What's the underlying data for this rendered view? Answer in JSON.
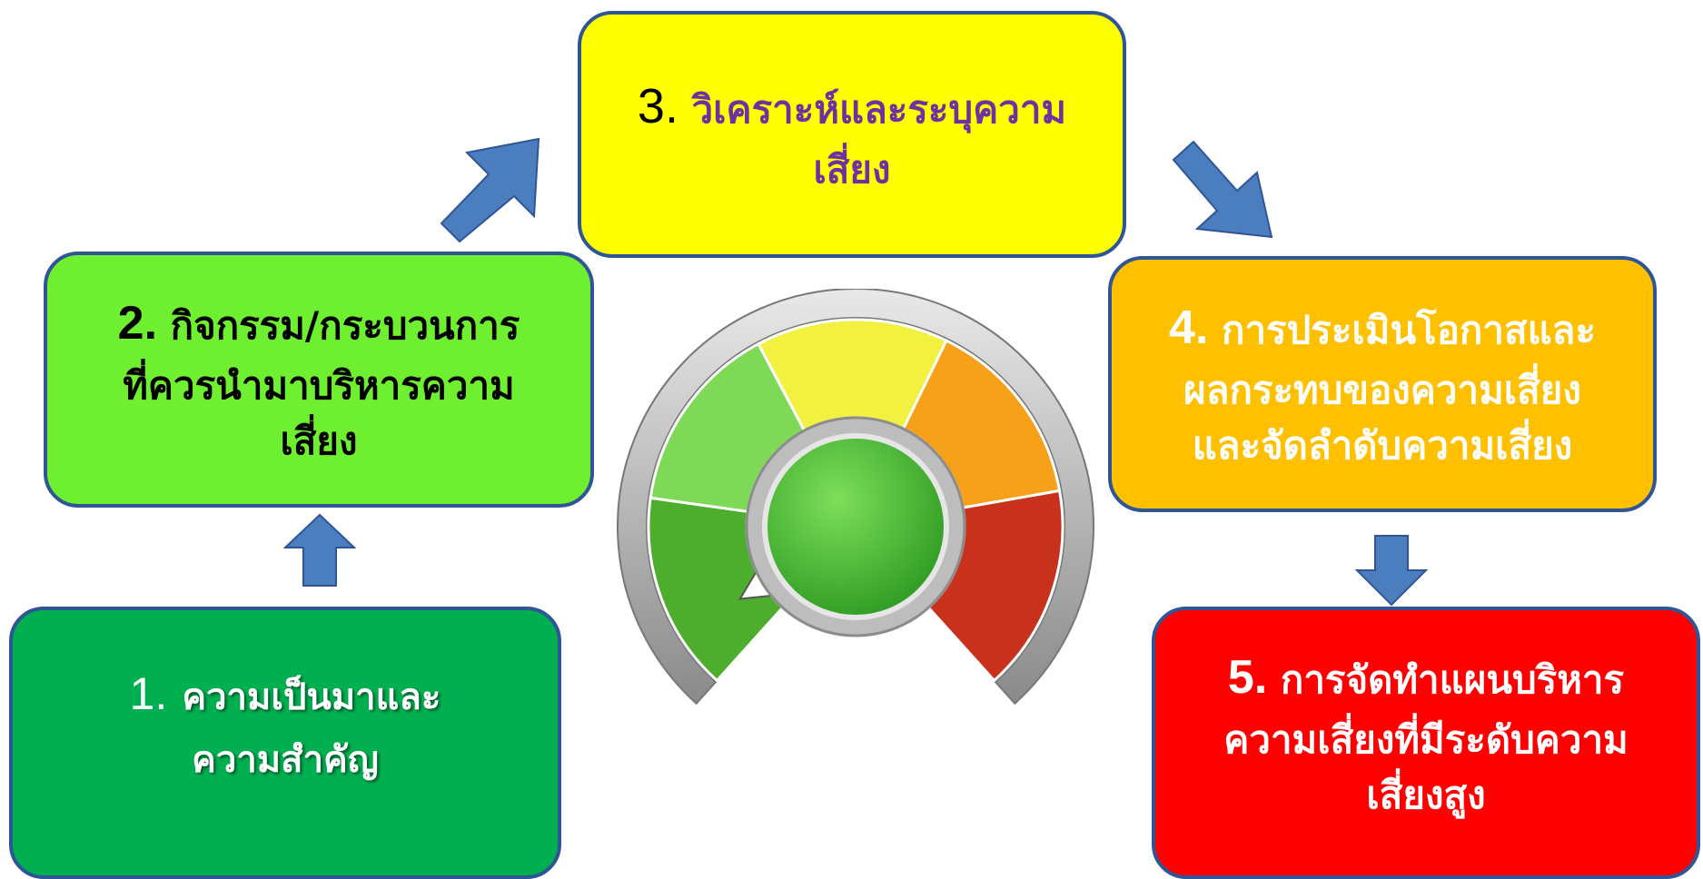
{
  "steps": [
    {
      "number": "1.",
      "text_lines": [
        "ความเป็นมาและ",
        "ความสำคัญ"
      ],
      "color": "#00b050"
    },
    {
      "number": "2.",
      "text_lines": [
        "กิจกรรม/กระบวนการ",
        "ที่ควรนำมาบริหารความ",
        "เสี่ยง"
      ],
      "color": "#6ef030"
    },
    {
      "number": "3.",
      "text_lines": [
        "วิเคราะห์และระบุความ",
        "เสี่ยง"
      ],
      "color": "#ffff00"
    },
    {
      "number": "4.",
      "text_lines": [
        "การประเมินโอกาสและ",
        "ผลกระทบของความเสี่ยง",
        "และจัดลำดับความเสี่ยง"
      ],
      "color": "#ffc000"
    },
    {
      "number": "5.",
      "text_lines": [
        "การจัดทำแผนบริหาร",
        "ความเสี่ยงที่มีระดับความ",
        "เสี่ยงสูง"
      ],
      "color": "#ff0000"
    }
  ],
  "arrow_color": "#4a7ebf",
  "border_color": "#2f5597",
  "gauge": {
    "icon": "risk-gauge-icon",
    "segment_colors": [
      "#4cae2c",
      "#7ed957",
      "#f2f13f",
      "#f7a11a",
      "#c8321d"
    ],
    "center_color": "#3faa2c"
  }
}
